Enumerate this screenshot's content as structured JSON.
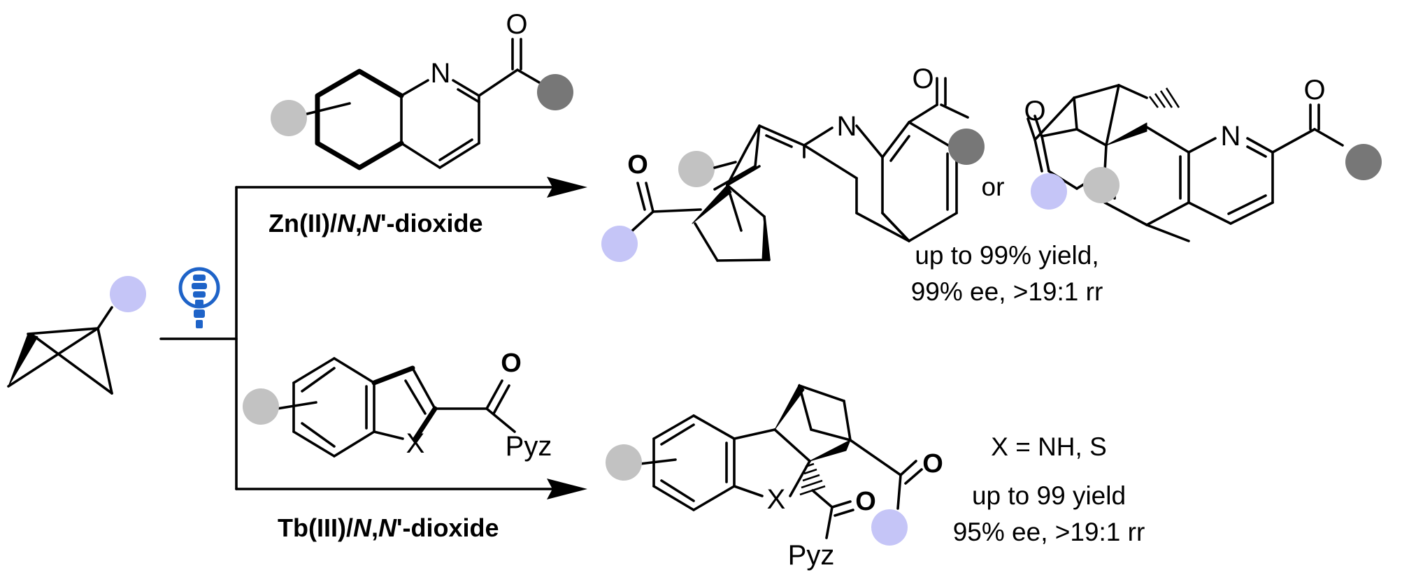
{
  "colors": {
    "substituent_light": "#c2c2c2",
    "substituent_dark": "#777777",
    "substituent_blue": "#c5c5f7",
    "catalyst_icon": "#1e63c8"
  },
  "icons": {
    "light": "light-bulb-icon"
  },
  "labels": {
    "N": "N",
    "O": "O",
    "X": "X",
    "Pyz": "Pyz"
  },
  "upper_path": {
    "condition_metal": "Zn(II)/",
    "condition_ligand_n1": "N",
    "condition_comma": ",",
    "condition_ligand_n2": "N",
    "condition_tail": "'-dioxide",
    "separator": "or",
    "result_line1": "up to 99% yield,",
    "result_line2": "99% ee, >19:1 rr"
  },
  "lower_path": {
    "condition_metal": "Tb(III)/",
    "condition_ligand_n1": "N",
    "condition_comma": ",",
    "condition_ligand_n2": "N",
    "condition_tail": "'-dioxide",
    "scope": "X = NH, S",
    "result_line1": "up to 99 yield",
    "result_line2": "95% ee, >19:1 rr"
  }
}
